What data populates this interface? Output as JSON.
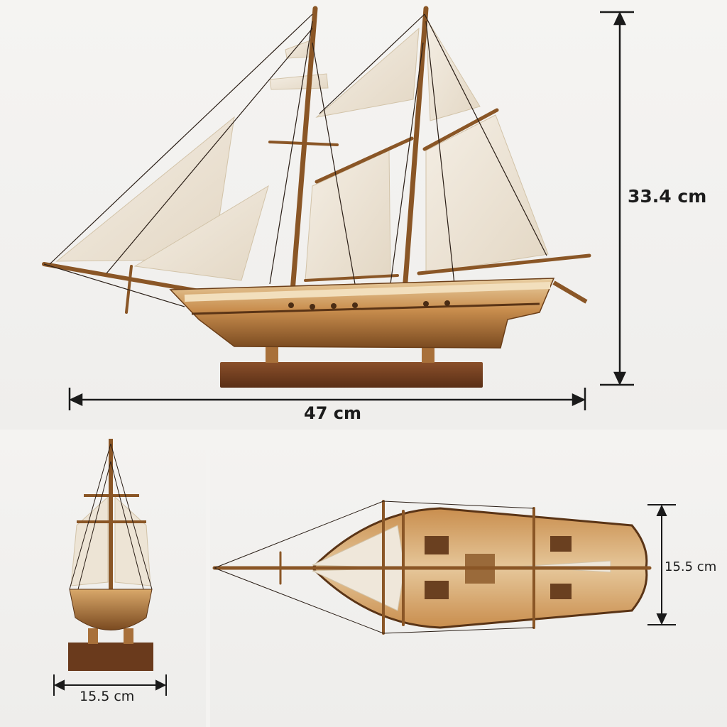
{
  "dimensions": {
    "height": "33.4 cm",
    "length": "47 cm",
    "front_width": "15.5 cm",
    "top_width": "15.5 cm"
  },
  "colors": {
    "background": "#f4f3f1",
    "hull_dark": "#8a5626",
    "hull_light": "#e6c79a",
    "sail": "#efe7da",
    "base": "#6a3a1c",
    "rigging": "#2a1e16",
    "dimension_line": "#1a1a1a"
  },
  "views": [
    "side-view",
    "front-view",
    "top-view"
  ]
}
